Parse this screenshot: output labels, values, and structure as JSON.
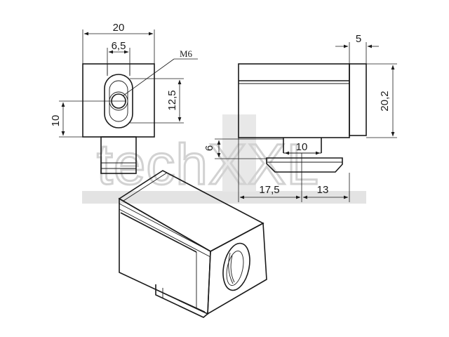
{
  "drawing": {
    "watermark": "techXXL",
    "thread_label": "M6",
    "dimensions": {
      "front_width": "20",
      "slot_width": "6,5",
      "slot_height": "12,5",
      "bore_height": "10",
      "lip_width": "5",
      "side_height": "20,2",
      "tnut_height": "6",
      "tnut_width": "10",
      "left_length": "17,5",
      "right_length": "13"
    }
  }
}
